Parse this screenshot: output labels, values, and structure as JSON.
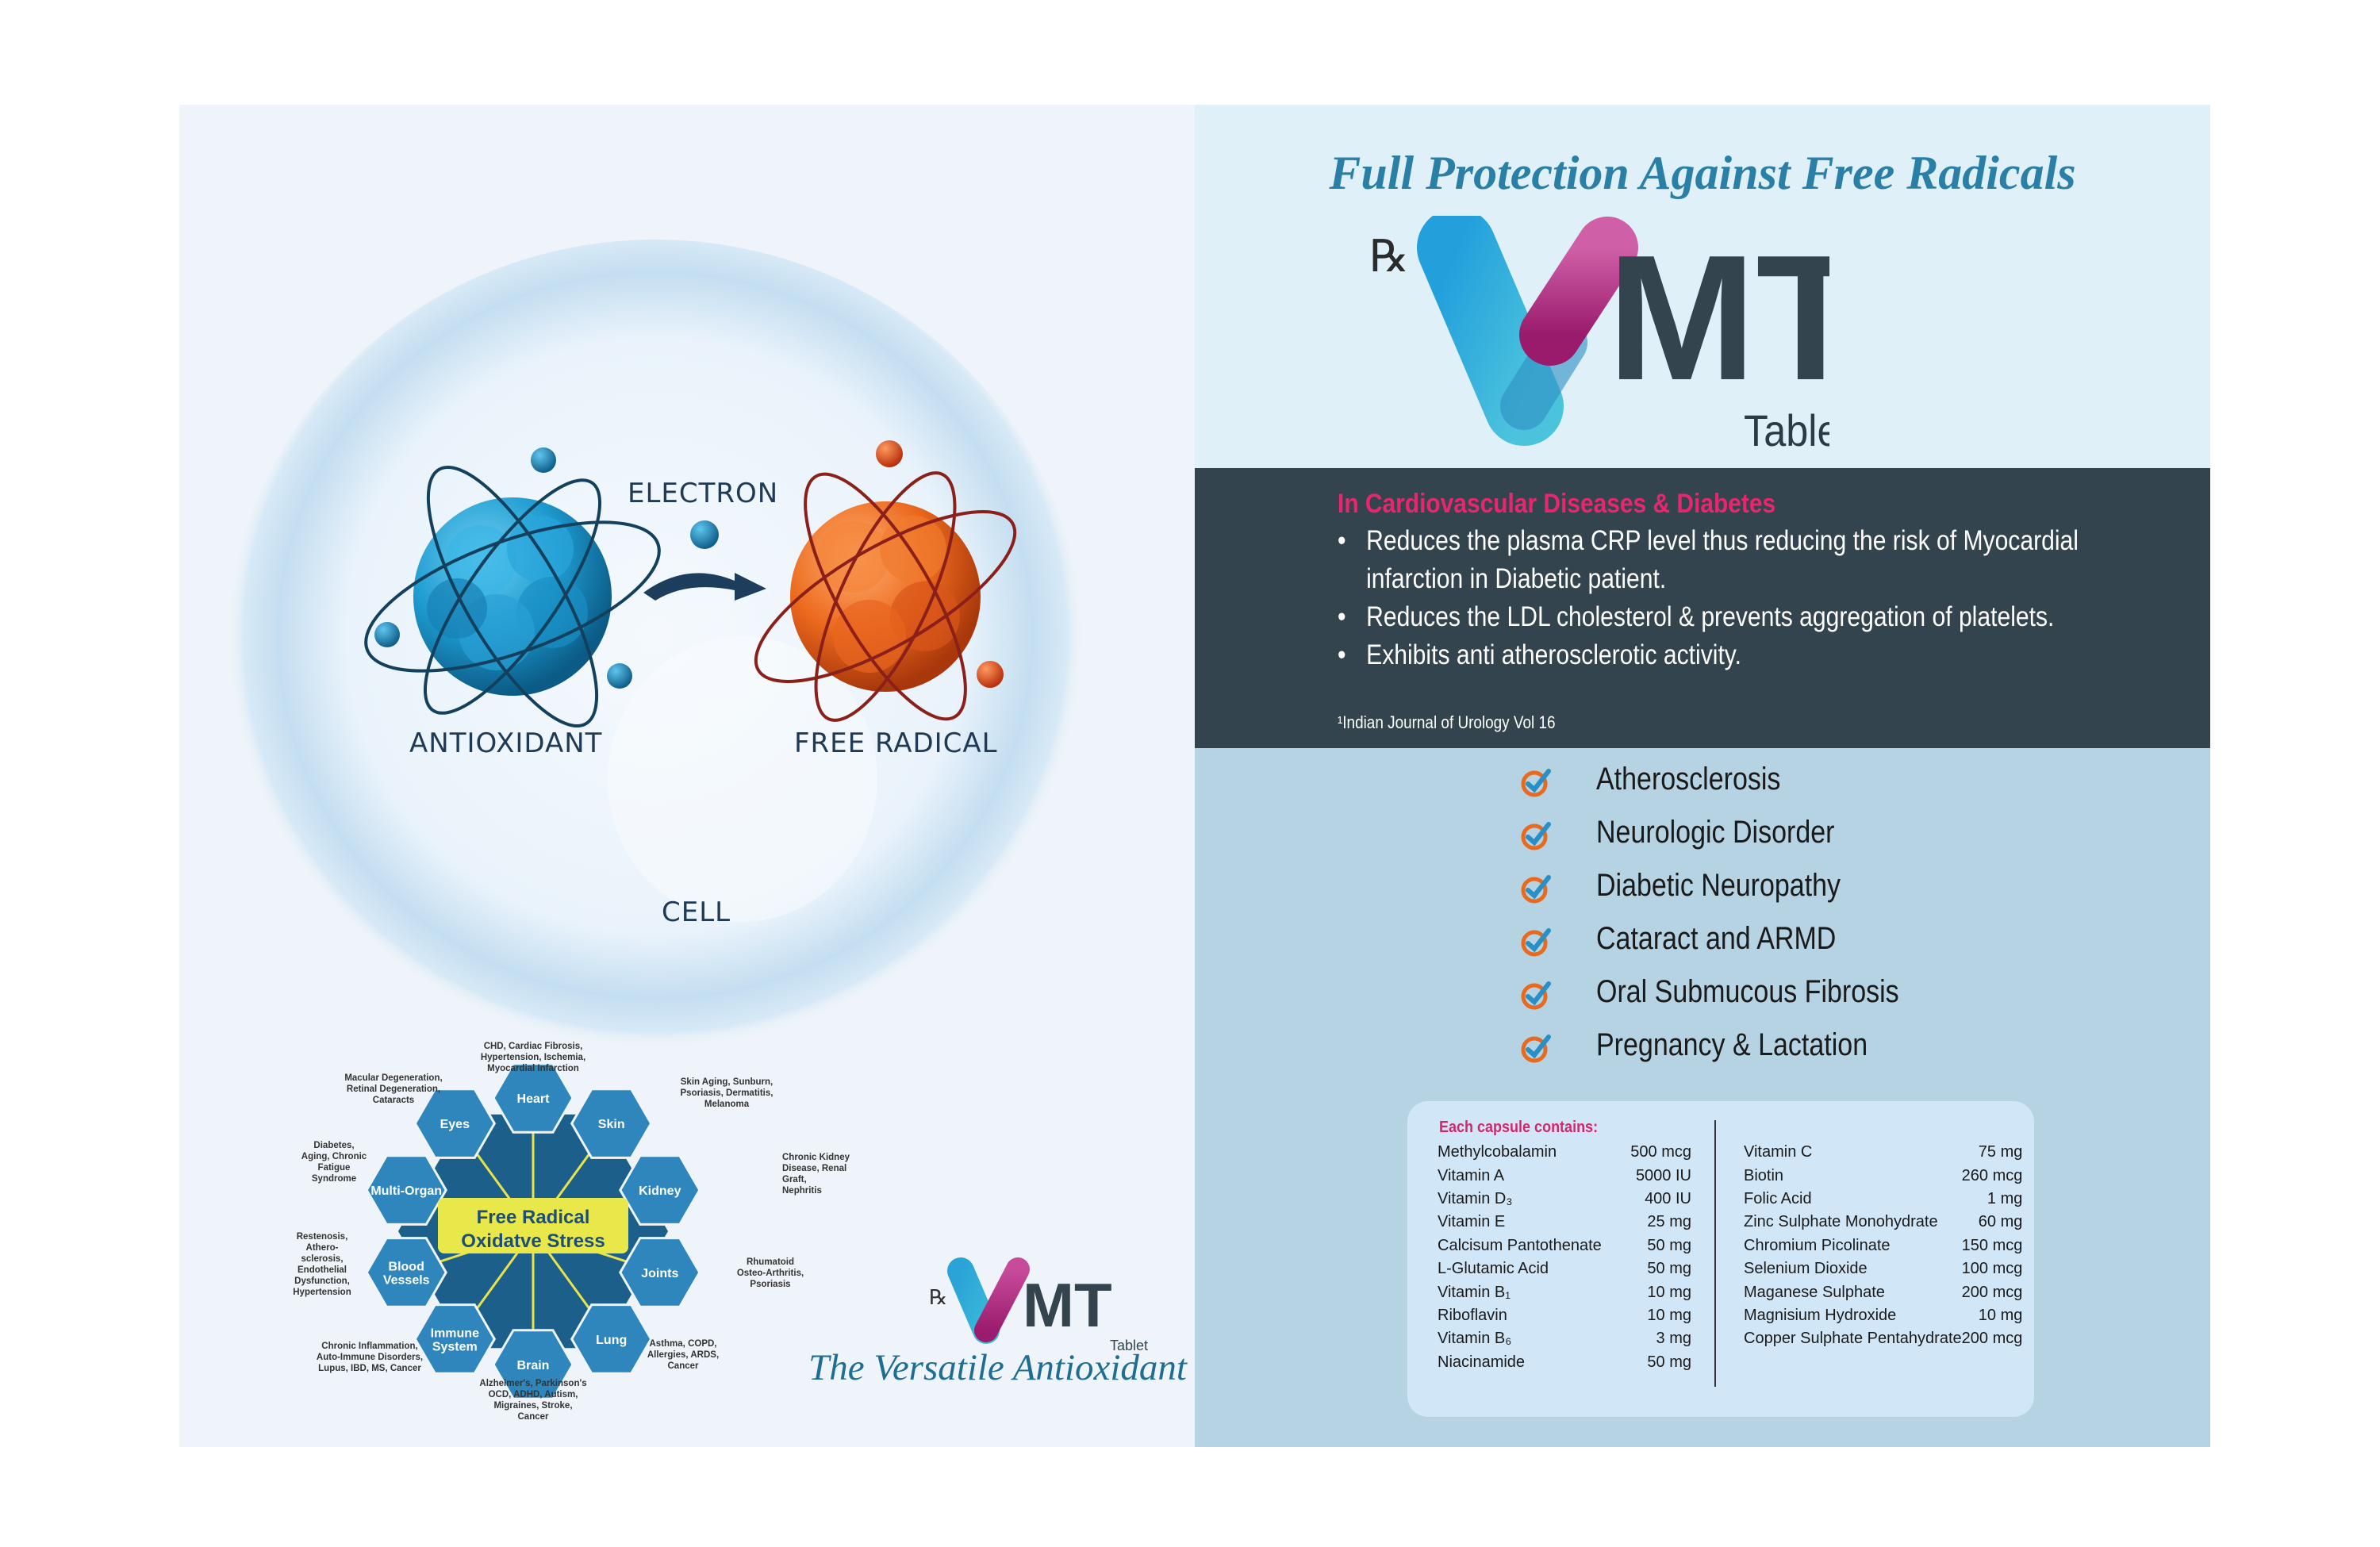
{
  "left": {
    "labels": {
      "electron": "ELECTRON",
      "antioxidant": "ANTIOXIDANT",
      "free_radical": "FREE RADICAL",
      "cell": "CELL"
    },
    "diagram": {
      "center": [
        "Free Radical",
        "Oxidatve Stress"
      ],
      "nodes": [
        "Heart",
        "Skin",
        "Kidney",
        "Joints",
        "Lung",
        "Brain",
        "Immune System",
        "Blood Vessels",
        "Multi-Organ",
        "Eyes"
      ],
      "annotations": {
        "heart": [
          "CHD, Cardiac Fibrosis,",
          "Hypertension, Ischemia,",
          "Myocardial Infarction"
        ],
        "skin": [
          "Skin Aging, Sunburn,",
          "Psoriasis, Dermatitis,",
          "Melanoma"
        ],
        "kidney": [
          "Chronic Kidney",
          "Disease, Renal",
          "Graft,",
          "Nephritis"
        ],
        "joints": [
          "Rhumatoid",
          "Osteo-Arthritis,",
          "Psoriasis"
        ],
        "lung": [
          "Asthma, COPD,",
          "Allergies, ARDS,",
          "Cancer"
        ],
        "brain": [
          "Alzheimer's, Parkinson's",
          "OCD, ADHD, Autism,",
          "Migraines, Stroke,",
          "Cancer"
        ],
        "immune": [
          "Chronic Inflammation,",
          "Auto-Immune Disorders,",
          "Lupus, IBD, MS, Cancer"
        ],
        "blood": [
          "Restenosis,",
          "Athero-",
          "sclerosis,",
          "Endothelial",
          "Dysfunction,",
          "Hypertension"
        ],
        "multi": [
          "Diabetes,",
          "Aging, Chronic",
          "Fatigue",
          "Syndrome"
        ],
        "eyes": [
          "Macular Degeneration,",
          "Retinal Degeneration,",
          "Cataracts"
        ]
      }
    },
    "mini_logo": {
      "rx": "℞",
      "brand": "MT",
      "form": "Tablet"
    },
    "tagline": "The Versatile Antioxidant"
  },
  "right": {
    "headline": "Full Protection Against Free Radicals",
    "logo": {
      "rx": "℞",
      "brand": "MT",
      "form": "Tablet"
    },
    "indication_title": "In Cardiovascular Diseases & Diabetes",
    "bullets": [
      "Reduces the plasma CRP level thus reducing the risk of Myocardial infarction in Diabetic patient.",
      "Reduces the LDL cholesterol & prevents aggregation of platelets.",
      "Exhibits anti atherosclerotic activity."
    ],
    "reference": "¹Indian Journal of Urology Vol 16",
    "indications": [
      "Atherosclerosis",
      "Neurologic Disorder",
      "Diabetic Neuropathy",
      "Cataract and ARMD",
      "Oral Submucous Fibrosis",
      "Pregnancy & Lactation"
    ],
    "composition": {
      "caption": "Each capsule contains:",
      "col1": [
        {
          "name": "Methylcobalamin",
          "value": "500 mcg"
        },
        {
          "name": "Vitamin A",
          "value": "5000 IU"
        },
        {
          "name": "Vitamin D₃",
          "value": "400 IU"
        },
        {
          "name": "Vitamin E",
          "value": "25 mg"
        },
        {
          "name": "Calcisum Pantothenate",
          "value": "50 mg"
        },
        {
          "name": "L-Glutamic Acid",
          "value": "50 mg"
        },
        {
          "name": "Vitamin B₁",
          "value": "10 mg"
        },
        {
          "name": "Riboflavin",
          "value": "10 mg"
        },
        {
          "name": "Vitamin B₆",
          "value": "3 mg"
        },
        {
          "name": "Niacinamide",
          "value": "50 mg"
        }
      ],
      "col2": [
        {
          "name": "Vitamin C",
          "value": "75 mg"
        },
        {
          "name": "Biotin",
          "value": "260 mcg"
        },
        {
          "name": "Folic Acid",
          "value": "1 mg"
        },
        {
          "name": "Zinc Sulphate Monohydrate",
          "value": "60 mg"
        },
        {
          "name": "Chromium Picolinate",
          "value": "150 mcg"
        },
        {
          "name": "Selenium Dioxide",
          "value": "100 mcg"
        },
        {
          "name": "Maganese Sulphate",
          "value": "200 mcg"
        },
        {
          "name": "Magnisium Hydroxide",
          "value": "10 mg"
        },
        {
          "name": "Copper Sulphate Pentahydrate",
          "value": "200 mcg"
        }
      ]
    }
  },
  "colors": {
    "blue": "#2aa3d8",
    "magenta": "#b8307e",
    "dark": "#33444f",
    "pink": "#e8266d",
    "orange": "#e86a1f",
    "teal_text": "#2a7fa7"
  }
}
